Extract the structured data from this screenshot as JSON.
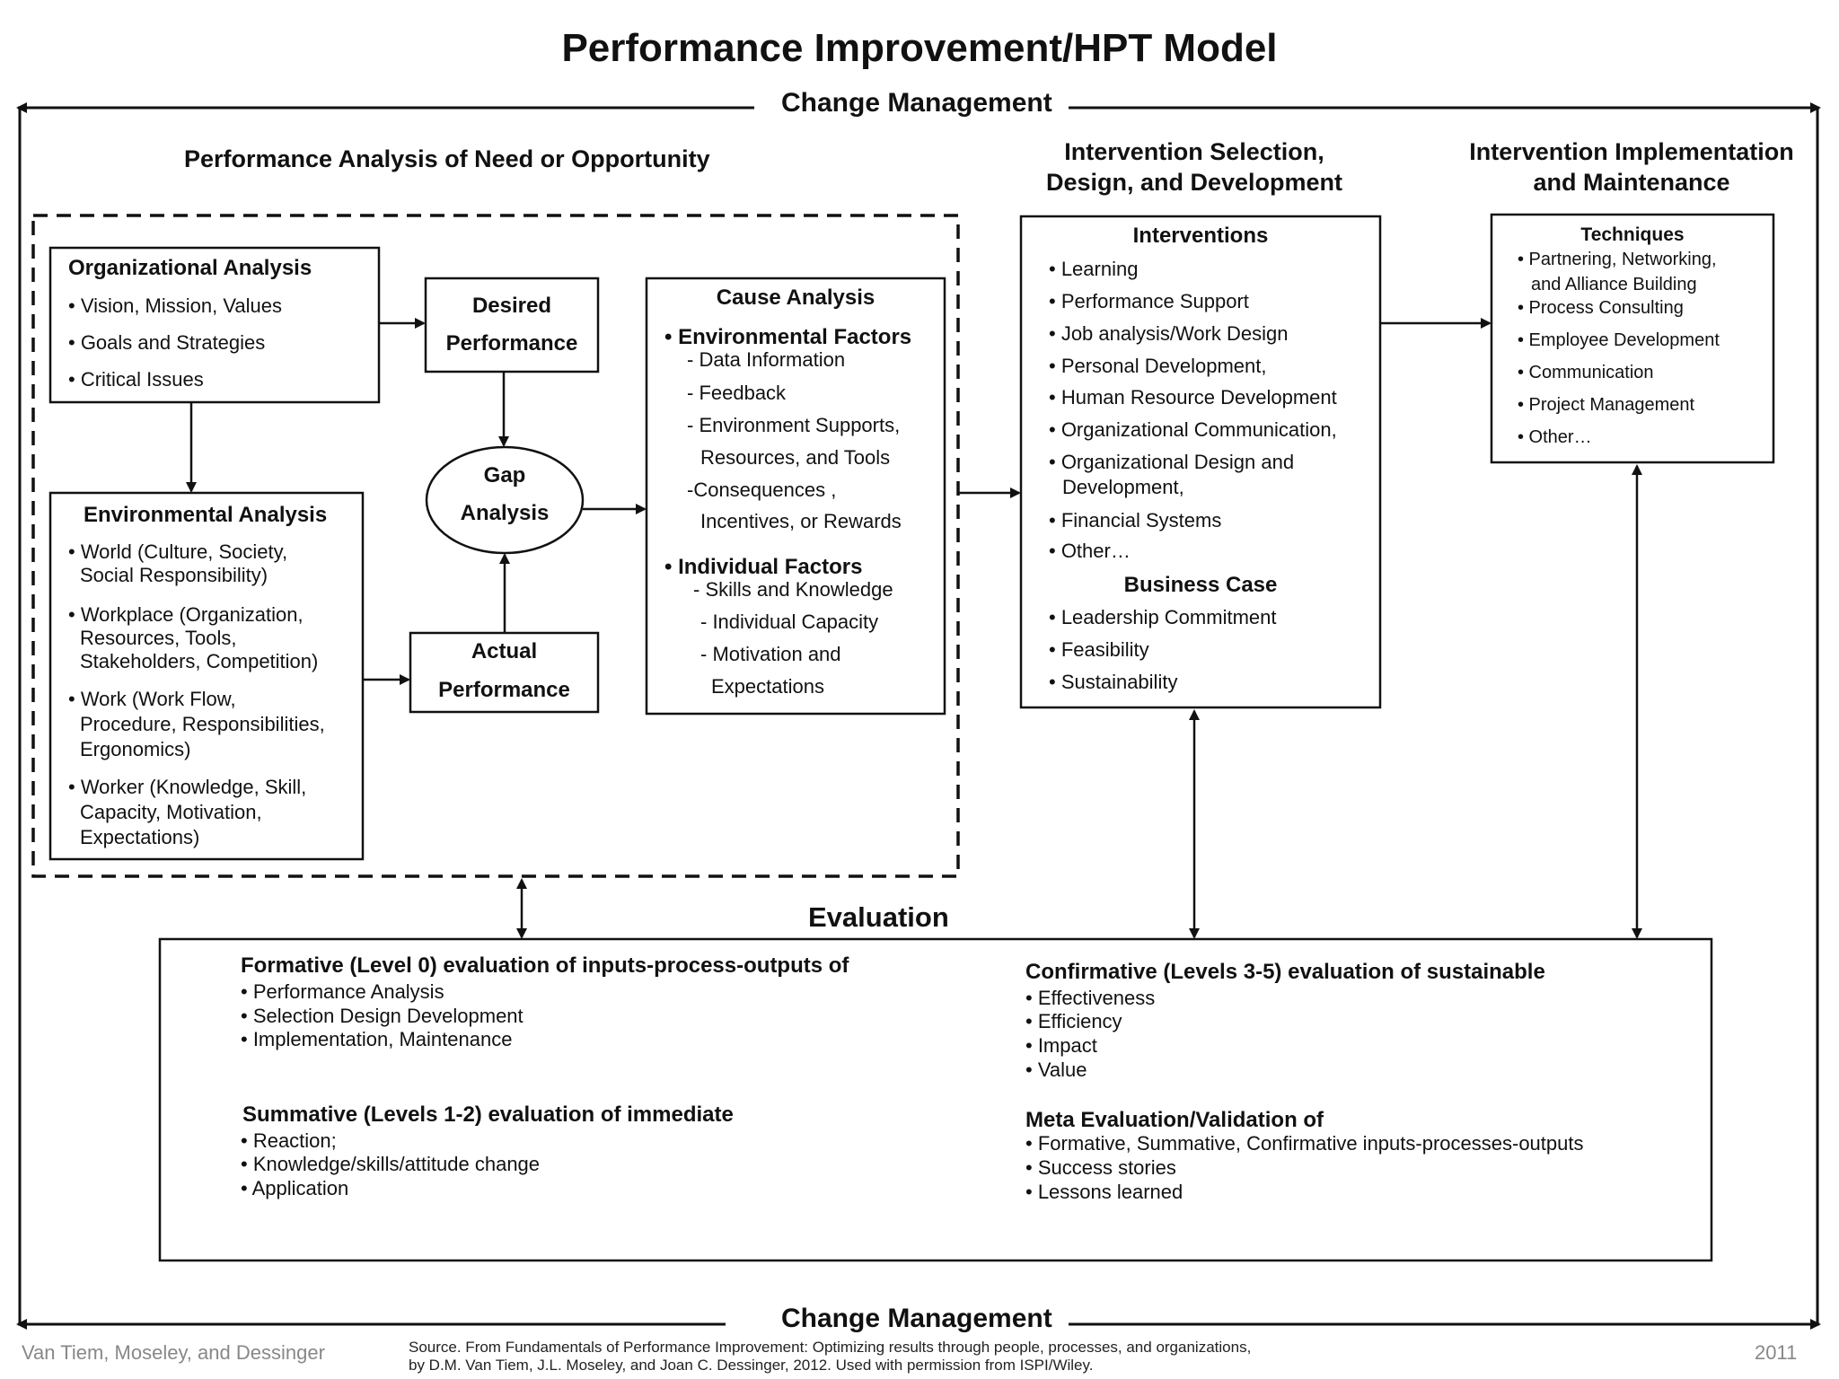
{
  "title": "Performance Improvement/HPT Model",
  "change_management": {
    "top": "Change Management",
    "bottom": "Change Management"
  },
  "sections": {
    "analysis": "Performance Analysis of Need or Opportunity",
    "selection_1": "Intervention Selection,",
    "selection_2": "Design, and Development",
    "implementation_1": "Intervention Implementation",
    "implementation_2": "and Maintenance"
  },
  "org_analysis": {
    "heading": "Organizational Analysis",
    "items": [
      "• Vision, Mission, Values",
      "• Goals and Strategies",
      "• Critical Issues"
    ]
  },
  "env_analysis": {
    "heading": "Environmental Analysis",
    "lines": [
      "• World (Culture, Society,",
      "Social Responsibility)",
      "• Workplace (Organization,",
      "Resources, Tools,",
      "Stakeholders, Competition)",
      "• Work (Work Flow,",
      "Procedure, Responsibilities,",
      "Ergonomics)",
      "• Worker (Knowledge, Skill,",
      "Capacity, Motivation,",
      "Expectations)"
    ]
  },
  "desired": {
    "line1": "Desired",
    "line2": "Performance"
  },
  "gap": {
    "line1": "Gap",
    "line2": "Analysis"
  },
  "actual": {
    "line1": "Actual",
    "line2": "Performance"
  },
  "cause": {
    "heading": "Cause Analysis",
    "env_heading": "• Environmental Factors",
    "env_items": [
      "- Data Information",
      "- Feedback",
      "- Environment Supports,",
      "Resources, and Tools",
      "-Consequences ,",
      "Incentives, or Rewards"
    ],
    "ind_heading": "• Individual Factors",
    "ind_items": [
      "- Skills and Knowledge",
      "- Individual Capacity",
      "- Motivation and",
      "Expectations"
    ]
  },
  "interventions": {
    "heading": "Interventions",
    "items": [
      "• Learning",
      "• Performance Support",
      "• Job analysis/Work Design",
      "• Personal Development,",
      "• Human Resource Development",
      "• Organizational Communication,",
      "• Organizational Design and",
      "Development,",
      "• Financial Systems",
      "• Other…"
    ],
    "business_heading": "Business Case",
    "business_items": [
      "• Leadership Commitment",
      "• Feasibility",
      "• Sustainability"
    ]
  },
  "techniques": {
    "heading": "Techniques",
    "items": [
      "• Partnering, Networking,",
      "and Alliance Building",
      "• Process Consulting",
      "• Employee Development",
      "• Communication",
      "• Project Management",
      "• Other…"
    ]
  },
  "evaluation": {
    "label": "Evaluation",
    "formative_heading": "Formative (Level 0) evaluation of inputs-process-outputs of",
    "formative_items": [
      "• Performance Analysis",
      "• Selection Design Development",
      "• Implementation, Maintenance"
    ],
    "summative_heading": "Summative (Levels 1-2) evaluation of immediate",
    "summative_items": [
      "• Reaction;",
      "• Knowledge/skills/attitude change",
      "• Application"
    ],
    "confirmative_heading": "Confirmative (Levels 3-5) evaluation of sustainable",
    "confirmative_items": [
      "• Effectiveness",
      "• Efficiency",
      "• Impact",
      "• Value"
    ],
    "meta_heading": "Meta Evaluation/Validation of",
    "meta_items": [
      "• Formative, Summative, Confirmative inputs-processes-outputs",
      "• Success stories",
      "• Lessons learned"
    ]
  },
  "footer": {
    "authors": "Van Tiem, Moseley, and Dessinger",
    "source_1": "Source. From Fundamentals of Performance Improvement: Optimizing results through people, processes, and organizations,",
    "source_2": "by D.M. Van Tiem, J.L. Moseley, and Joan C. Dessinger, 2012. Used with permission from ISPI/Wiley.",
    "year": "2011"
  }
}
